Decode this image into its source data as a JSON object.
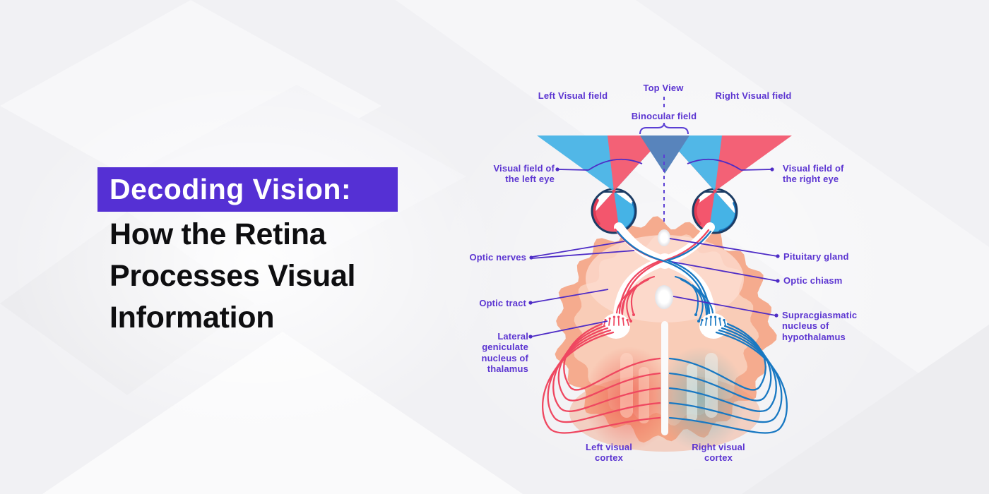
{
  "title": {
    "highlight": "Decoding Vision:",
    "rest_lines": [
      "How the Retina",
      "Processes Visual",
      "Information"
    ]
  },
  "labels": {
    "top_view": "Top View",
    "left_visual_field": "Left Visual field",
    "right_visual_field": "Right Visual field",
    "binocular_field": "Binocular field",
    "visual_field_left_eye": "Visual field of\nthe left eye",
    "visual_field_right_eye": "Visual field of\nthe right eye",
    "optic_nerves": "Optic nerves",
    "optic_tract": "Optic tract",
    "lateral_geniculate": "Lateral\ngeniculate\nnucleus of\nthalamus",
    "pituitary_gland": "Pituitary gland",
    "optic_chiasm": "Optic chiasm",
    "suprachiasmatic": "Supracgiasmatic\nnucleus of\nhypothalamus",
    "left_visual_cortex": "Left visual\ncortex",
    "right_visual_cortex": "Right visual\ncortex"
  },
  "colors": {
    "accent_purple": "#5530D4",
    "label_purple": "#5B34D1",
    "pointer_purple": "#4B2BC6",
    "field_red": "#F3566D",
    "field_blue": "#45B3E6",
    "binocular_overlap": "#4C7CB8",
    "line_red": "#EF4760",
    "line_blue": "#1878C2",
    "eye_ring_navy": "#1C3C64",
    "brain_outer": "#F5AB8E",
    "brain_inner": "#F9CCB7",
    "cortex_red_tint": "#EE5A4D",
    "cortex_teal_tint": "#7FB3B8"
  }
}
